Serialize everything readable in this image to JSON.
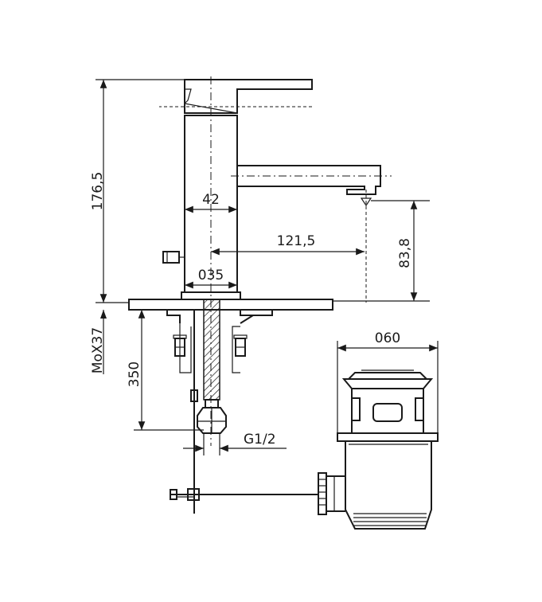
{
  "dimensions": {
    "total_height": "176,5",
    "body_width": "42",
    "spout_reach": "121,5",
    "spout_height": "83,8",
    "hole_diameter": "035",
    "thread": "MoX37",
    "hose_length": "350",
    "connection": "G1/2",
    "waste_diameter": "060"
  }
}
